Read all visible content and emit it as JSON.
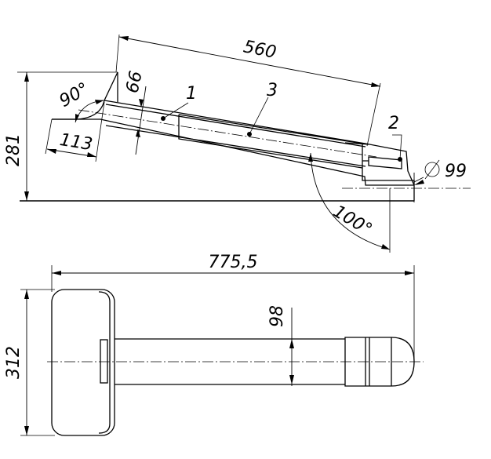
{
  "side_view": {
    "dim_length": "560",
    "dim_height": "281",
    "dim_tube_offset": "66",
    "dim_inlet": "113",
    "dim_diameter": "99",
    "angle_left": "90°",
    "angle_right": "100°",
    "part_1": "1",
    "part_2": "2",
    "part_3": "3"
  },
  "top_view": {
    "dim_total_length": "775,5",
    "dim_height": "312",
    "dim_tube": "98"
  }
}
